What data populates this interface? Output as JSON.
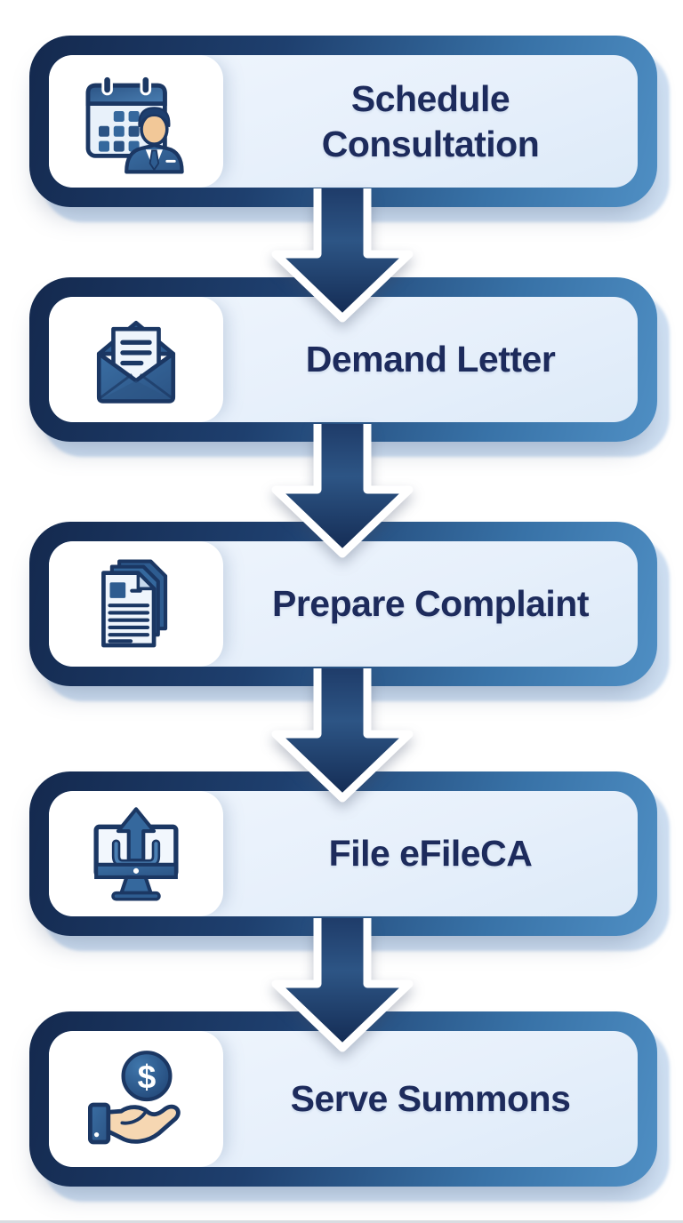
{
  "flow": {
    "steps": [
      {
        "label": "Schedule Consultation",
        "icon": "calendar-consultation-icon"
      },
      {
        "label": "Demand Letter",
        "icon": "demand-letter-icon"
      },
      {
        "label": "Prepare Complaint",
        "icon": "prepare-complaint-icon"
      },
      {
        "label": "File eFileCA",
        "icon": "efile-upload-icon"
      },
      {
        "label": "Serve Summons",
        "icon": "serve-summons-icon"
      }
    ],
    "connector": "down-arrow",
    "colors": {
      "border_gradient_start": "#14294e",
      "border_gradient_end": "#4f8fc4",
      "card_fill": "#e8f1fb",
      "icon_tile": "#ffffff",
      "label_text": "#1d2b5c",
      "icon_outline": "#1b3763",
      "icon_blue": "#35689d",
      "icon_deep_blue": "#2b5384",
      "skin_tone": "#f2c898",
      "arrow_fill_top": "#2d5585",
      "arrow_fill_bottom": "#132a52",
      "arrow_outline": "#ffffff",
      "bump_shadow": "#cfe0f3"
    }
  }
}
